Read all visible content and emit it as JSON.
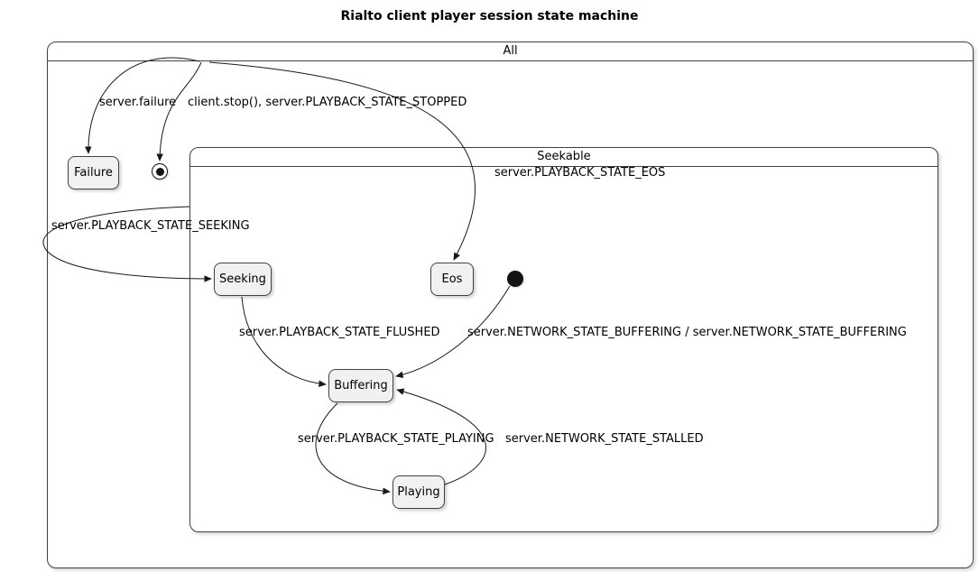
{
  "title": "Rialto client player session state machine",
  "frames": {
    "all": "All",
    "seekable": "Seekable"
  },
  "states": {
    "failure": "Failure",
    "seeking": "Seeking",
    "eos": "Eos",
    "buffering": "Buffering",
    "playing": "Playing"
  },
  "transitions": {
    "to_failure": "server.failure",
    "to_final": "client.stop(), server.PLAYBACK_STATE_STOPPED",
    "to_eos": "server.PLAYBACK_STATE_EOS",
    "to_seeking": "server.PLAYBACK_STATE_SEEKING",
    "seeking_to_buffering": "server.PLAYBACK_STATE_FLUSHED",
    "initial_to_buffering": "server.NETWORK_STATE_BUFFERING / server.NETWORK_STATE_BUFFERING",
    "buffering_to_playing": "server.PLAYBACK_STATE_PLAYING",
    "playing_to_buffering": "server.NETWORK_STATE_STALLED"
  },
  "colors": {
    "state_fill": "#F1F1F1",
    "frame_border": "#424242",
    "edge_line": "#181818",
    "text": "#000000",
    "background": "#FFFFFF"
  }
}
